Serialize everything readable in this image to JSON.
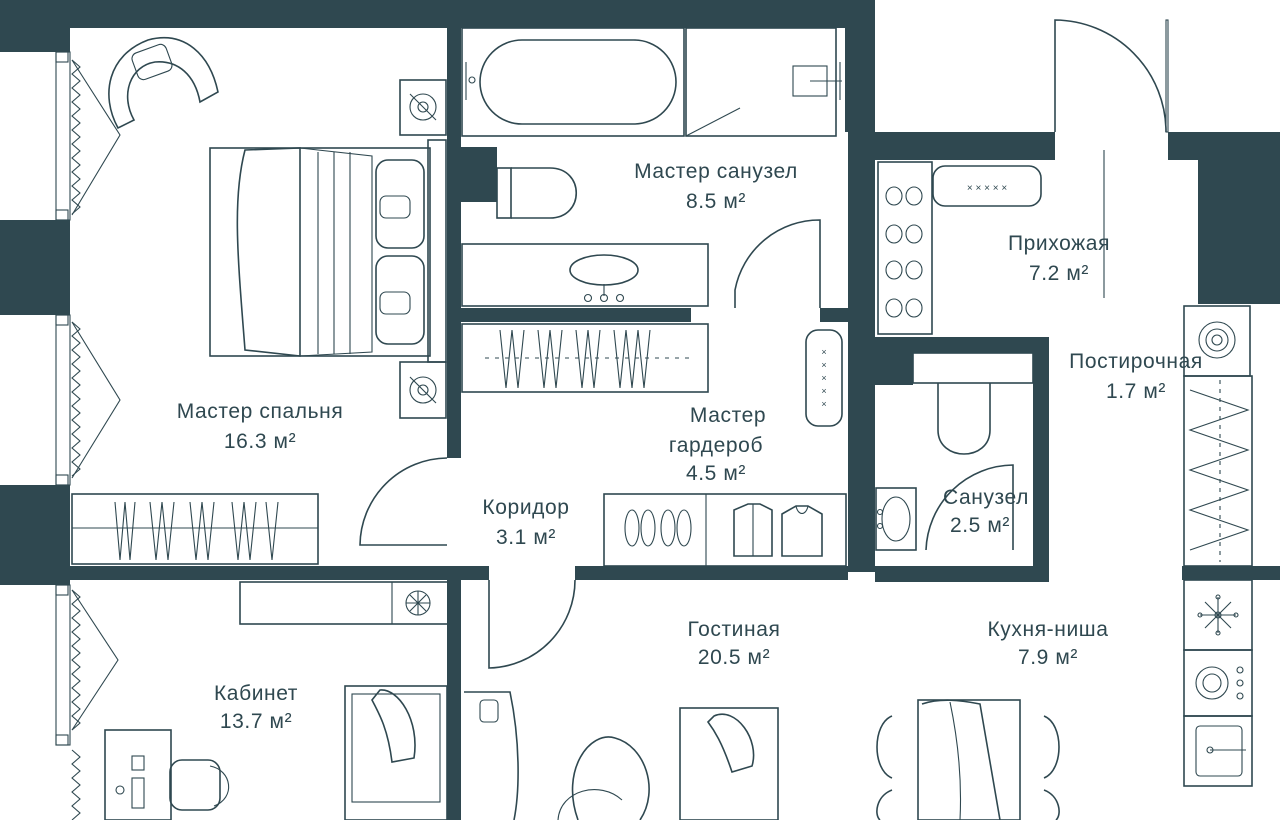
{
  "rooms": [
    {
      "name": "Мастер спальня",
      "area": "16.3 м²"
    },
    {
      "name": "Мастер санузел",
      "area": "8.5 м²"
    },
    {
      "name": "Прихожая",
      "area": "7.2 м²"
    },
    {
      "name": "Постирочная",
      "area": "1.7 м²"
    },
    {
      "name": "Мастер",
      "name2": "гардероб",
      "area": "4.5 м²"
    },
    {
      "name": "Коридор",
      "area": "3.1 м²"
    },
    {
      "name": "Санузел",
      "area": "2.5 м²"
    },
    {
      "name": "Гостиная",
      "area": "20.5 м²"
    },
    {
      "name": "Кухня-ниша",
      "area": "7.9 м²"
    },
    {
      "name": "Кабинет",
      "area": "13.7 м²"
    }
  ],
  "colors": {
    "wall": "#2f4850",
    "background": "#ffffff"
  }
}
